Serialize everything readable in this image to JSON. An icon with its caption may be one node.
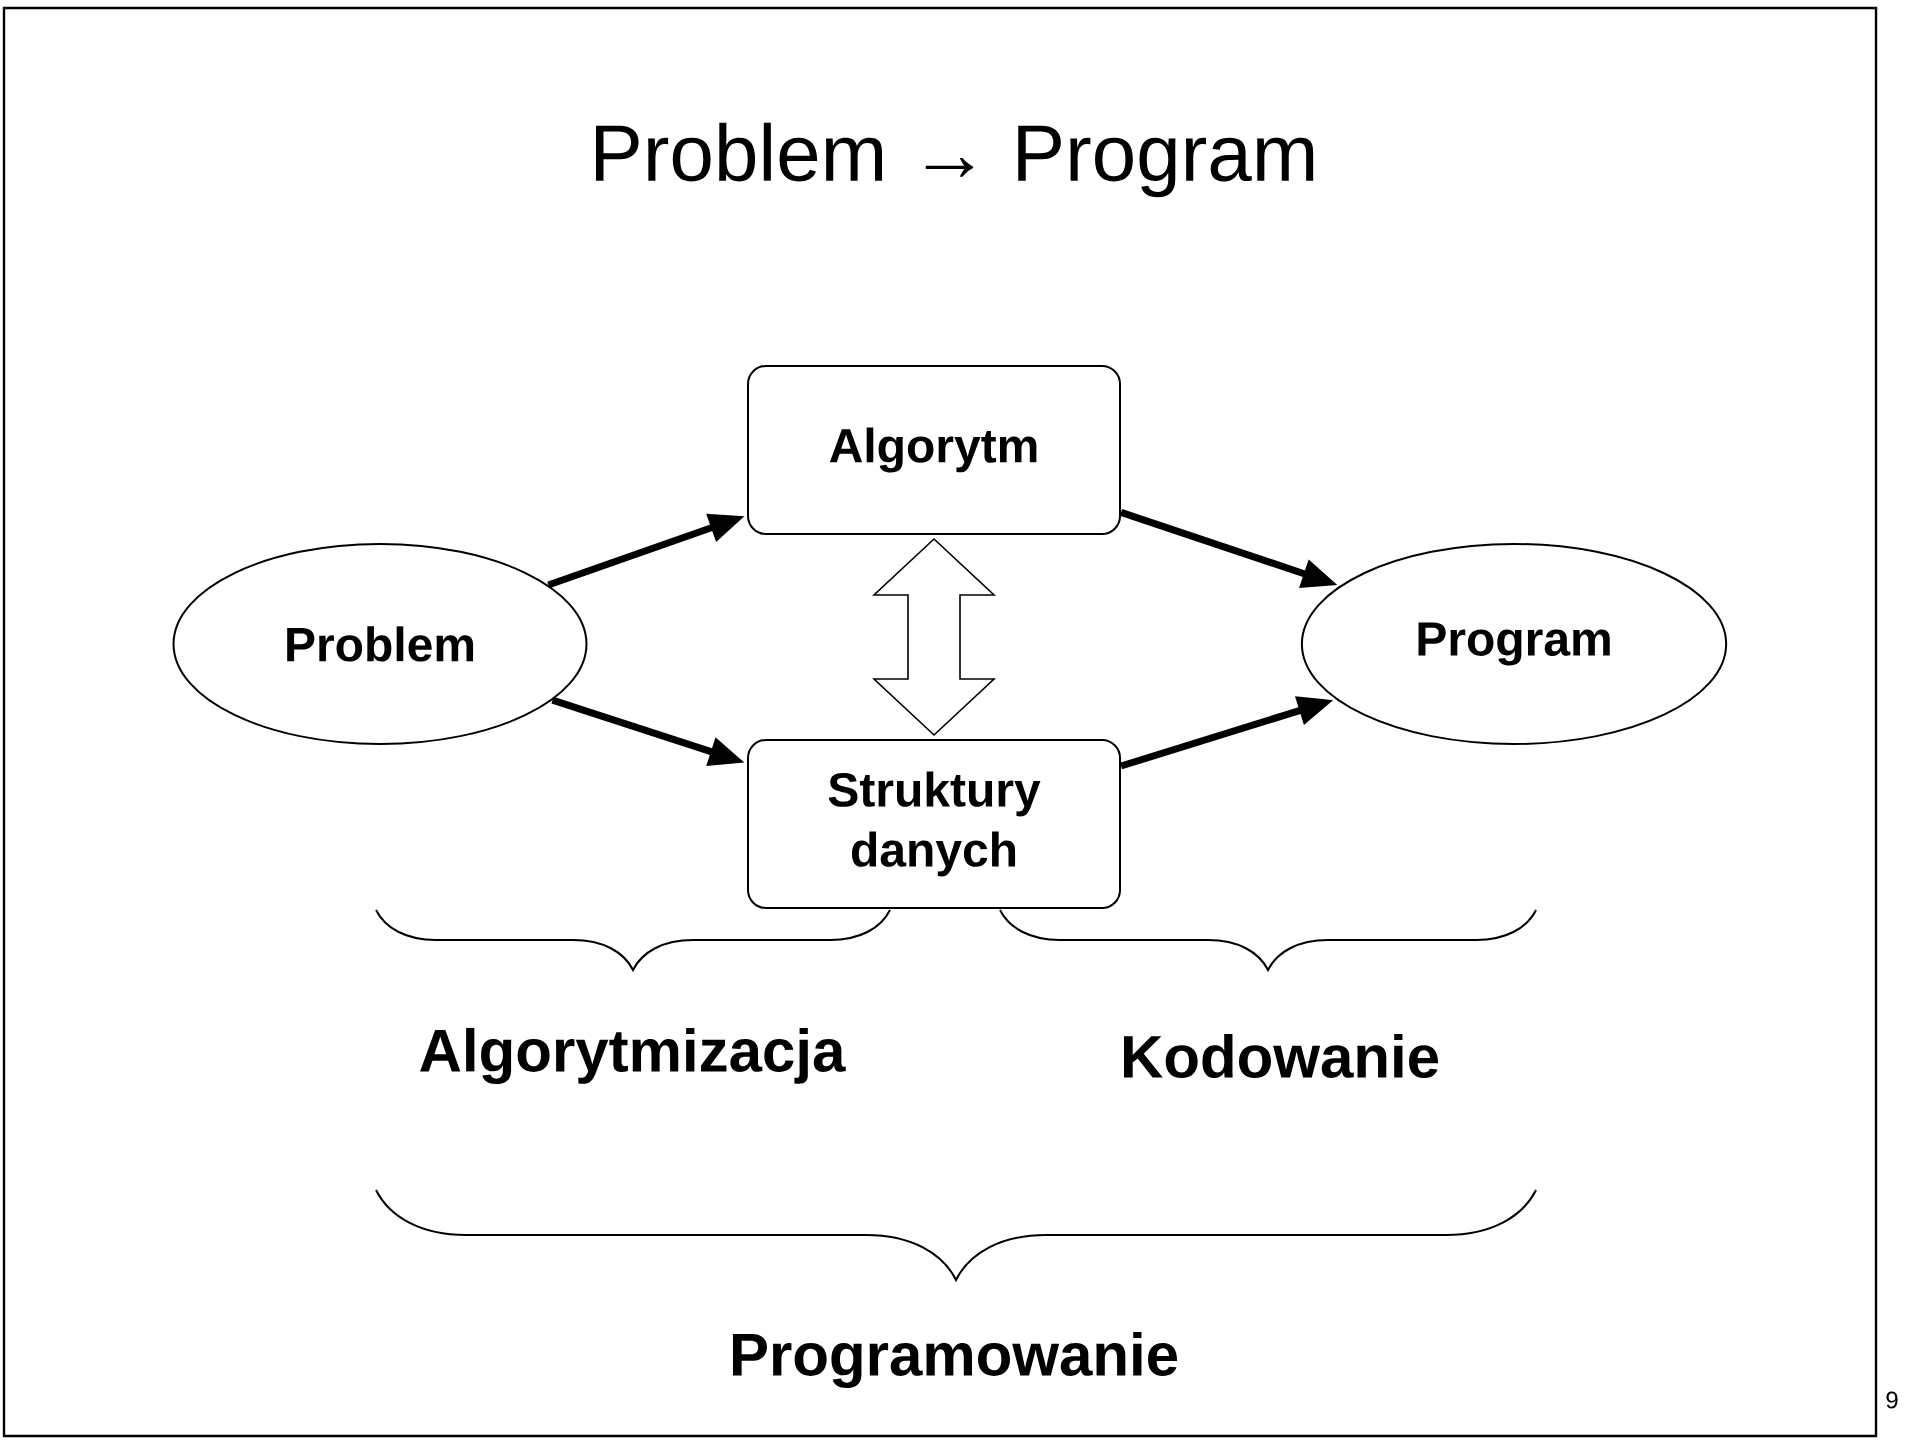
{
  "diagram": {
    "title": "Problem → Program",
    "nodes": [
      {
        "text": [
          "Problem"
        ]
      },
      {
        "text": [
          "Algorytm"
        ]
      },
      {
        "text": [
          "Struktury danych"
        ]
      },
      {
        "text": [
          "Program"
        ]
      }
    ],
    "edges": [
      {
        "from": 0,
        "to": 1,
        "arrow": "to"
      },
      {
        "from": 0,
        "to": 2,
        "arrow": "to"
      },
      {
        "from": 1,
        "to": 3,
        "arrow": "to"
      },
      {
        "from": 2,
        "to": 3,
        "arrow": "to"
      },
      {
        "from": 1,
        "to": 2,
        "arrow": "both"
      }
    ],
    "labels": [
      "Algorytmizacja",
      "Kodowanie",
      "Programowanie",
      "9"
    ]
  }
}
